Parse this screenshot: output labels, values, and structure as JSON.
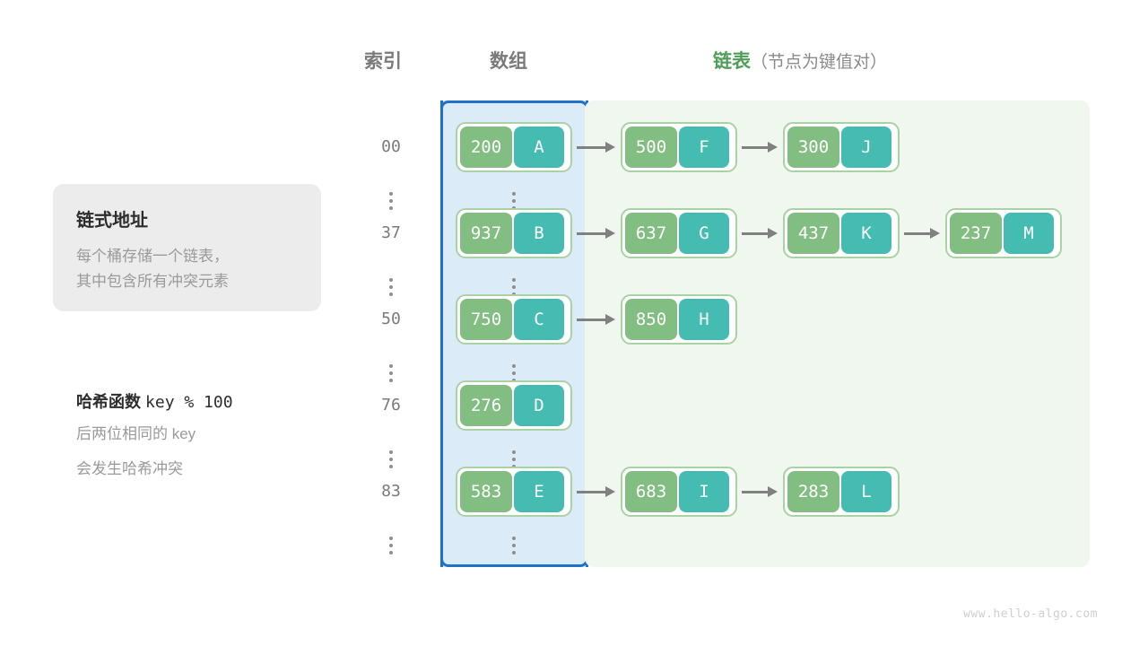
{
  "headers": {
    "index": "索引",
    "array": "数组",
    "list_main": "链表",
    "list_note": "（节点为键值对）",
    "list_color": "#4f9e57"
  },
  "info_card": {
    "title": "链式地址",
    "line1": "每个桶存储一个链表，",
    "line2": "其中包含所有冲突元素",
    "bg_color": "#ececec"
  },
  "hash_note": {
    "title_label": "哈希函数",
    "title_expr": "key % 100",
    "line1": "后两位相同的 key",
    "line2": "会发生哈希冲突"
  },
  "panels": {
    "array_border_color": "#1f72c8",
    "array_fill_color": "#dcebf8",
    "list_fill_color": "#eff7ef"
  },
  "node_style": {
    "key_color": "#82bd82",
    "value_color": "#45bcb1",
    "border_color": "#a9d3a4",
    "arrow_color": "#808080"
  },
  "rows": [
    {
      "index": "00",
      "bucket": {
        "key": "200",
        "value": "A"
      },
      "chain": [
        {
          "key": "500",
          "value": "F"
        },
        {
          "key": "300",
          "value": "J"
        }
      ]
    },
    {
      "index": "37",
      "bucket": {
        "key": "937",
        "value": "B"
      },
      "chain": [
        {
          "key": "637",
          "value": "G"
        },
        {
          "key": "437",
          "value": "K"
        },
        {
          "key": "237",
          "value": "M"
        }
      ]
    },
    {
      "index": "50",
      "bucket": {
        "key": "750",
        "value": "C"
      },
      "chain": [
        {
          "key": "850",
          "value": "H"
        }
      ]
    },
    {
      "index": "76",
      "bucket": {
        "key": "276",
        "value": "D"
      },
      "chain": []
    },
    {
      "index": "83",
      "bucket": {
        "key": "583",
        "value": "E"
      },
      "chain": [
        {
          "key": "683",
          "value": "I"
        },
        {
          "key": "283",
          "value": "L"
        }
      ]
    }
  ],
  "ellipsis_glyph": "⋮",
  "watermark": "www.hello-algo.com"
}
